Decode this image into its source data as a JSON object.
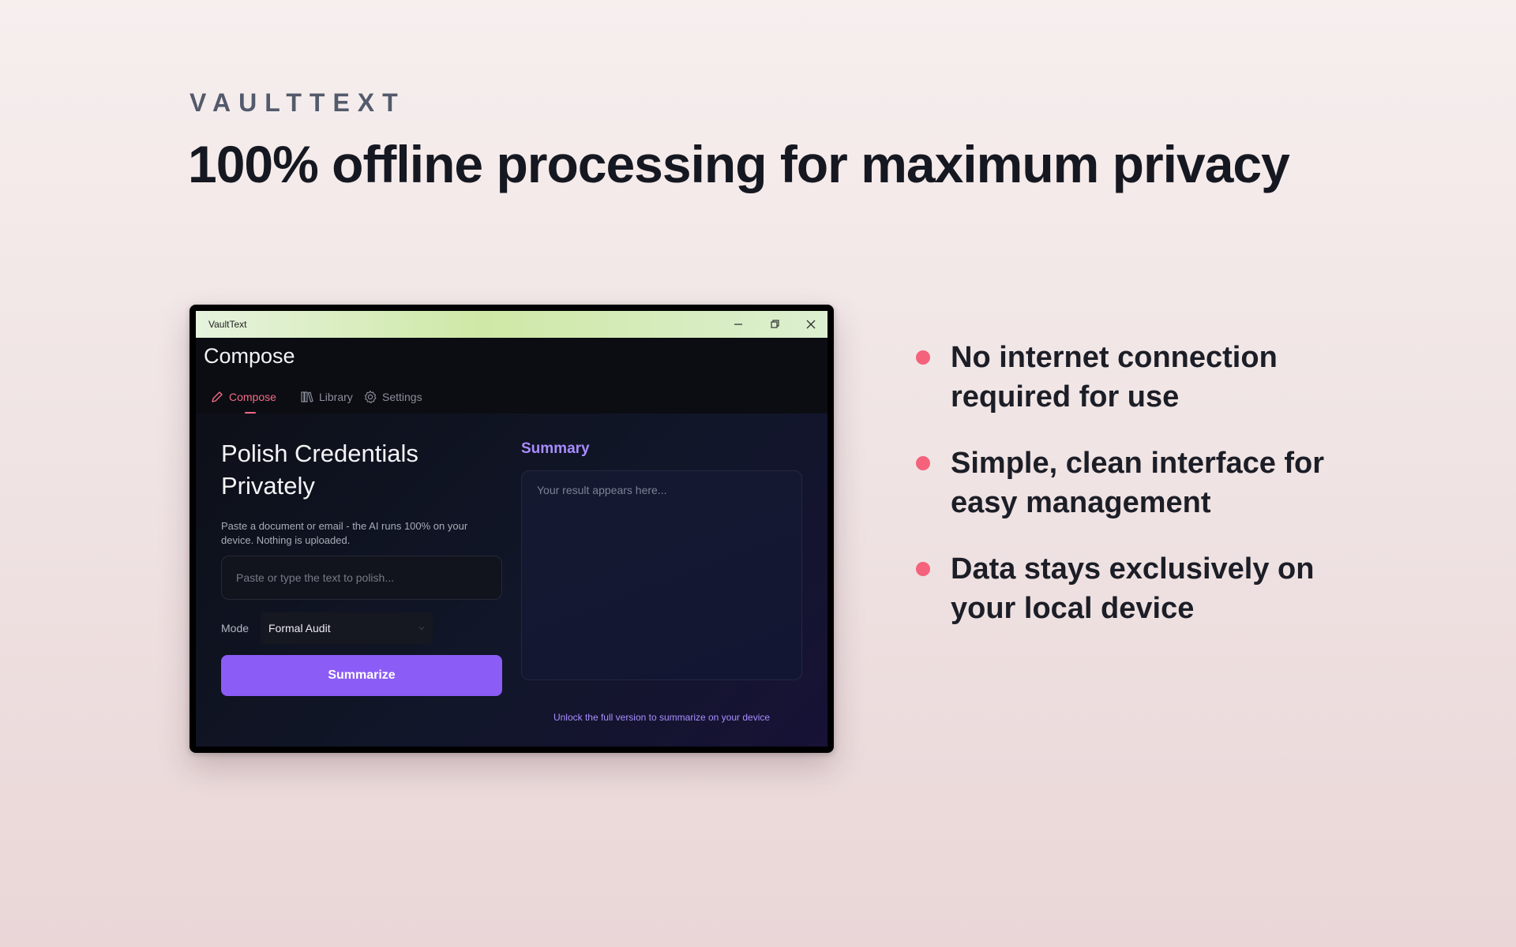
{
  "hero": {
    "brand": "VAULTTEXT",
    "headline": "100% offline processing for maximum privacy"
  },
  "window": {
    "title": "VaultText",
    "app_title": "Compose",
    "tabs": [
      {
        "label": "Compose",
        "icon": "pencil-icon",
        "active": true
      },
      {
        "label": "Library",
        "icon": "library-icon",
        "active": false
      },
      {
        "label": "Settings",
        "icon": "gear-icon",
        "active": false
      }
    ],
    "compose": {
      "heading": "Polish Credentials Privately",
      "description": "Paste a document or email - the AI runs 100% on your device. Nothing is uploaded.",
      "input_placeholder": "Paste or type the text to polish...",
      "input_value": "",
      "mode_label": "Mode",
      "mode_value": "Formal Audit",
      "summarize_label": "Summarize"
    },
    "summary": {
      "heading": "Summary",
      "placeholder": "Your result appears here...",
      "unlock_text": "Unlock the full version to summarize on your device"
    }
  },
  "features": [
    {
      "text": "No internet connection required for use"
    },
    {
      "text": "Simple, clean interface for easy management"
    },
    {
      "text": "Data stays exclusively on your local device"
    }
  ],
  "colors": {
    "accent": "#8b5cf6",
    "tab_active": "#f46a86",
    "bullet": "#f4627c",
    "summary_heading": "#a88cff"
  }
}
